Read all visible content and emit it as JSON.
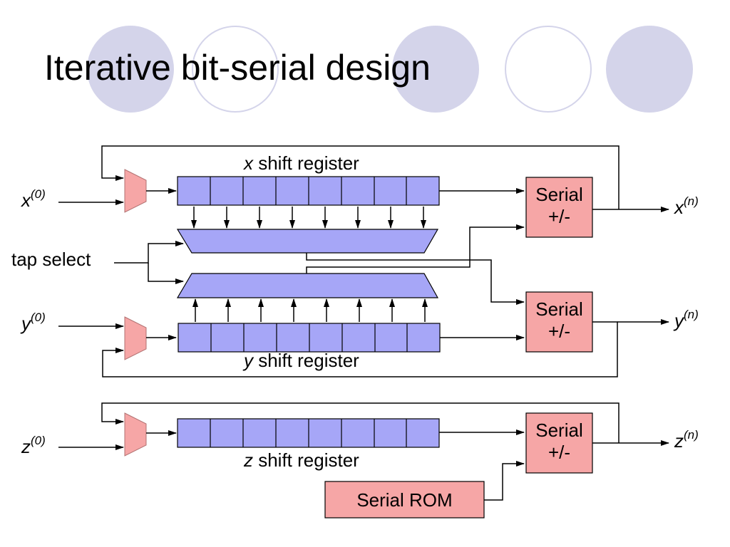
{
  "slide": {
    "title": "Iterative bit-serial design",
    "decor_colors": {
      "filled": "#d4d4ea",
      "outline": "#d4d4ea"
    }
  },
  "diagram": {
    "colors": {
      "register_fill": "#a6a6f7",
      "block_fill": "#f6a6a6",
      "wire": "#000000"
    },
    "inputs": {
      "x": {
        "symbol": "x",
        "superscript": "(0)"
      },
      "y": {
        "symbol": "y",
        "superscript": "(0)"
      },
      "z": {
        "symbol": "z",
        "superscript": "(0)"
      }
    },
    "outputs": {
      "x": {
        "symbol": "x",
        "superscript": "(n)"
      },
      "y": {
        "symbol": "y",
        "superscript": "(n)"
      },
      "z": {
        "symbol": "z",
        "superscript": "(n)"
      }
    },
    "registers": {
      "x": {
        "var": "x",
        "label": " shift register",
        "cells": 8
      },
      "y": {
        "var": "y",
        "label": " shift register",
        "cells": 8
      },
      "z": {
        "var": "z",
        "label": " shift register",
        "cells": 8
      }
    },
    "tap_select_label": "tap select",
    "serial_units": {
      "line1": "Serial",
      "line2": "+/-"
    },
    "rom_label": "Serial ROM"
  }
}
